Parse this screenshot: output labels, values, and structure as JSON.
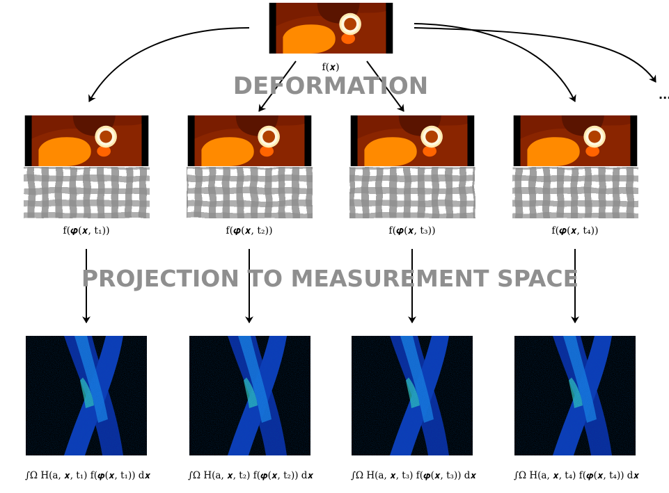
{
  "source": {
    "caption": "f(𝒙)",
    "ellipsis": "..."
  },
  "labels": {
    "deformation": "DEFORMATION",
    "projection": "PROJECTION TO MEASUREMENT SPACE"
  },
  "frames": [
    {
      "deformed_caption": "f(𝝋(𝒙, t₁))",
      "projection_caption": "∫Ω H(a, 𝒙, t₁) f(𝝋(𝒙, t₁)) d𝒙"
    },
    {
      "deformed_caption": "f(𝝋(𝒙, t₂))",
      "projection_caption": "∫Ω H(a, 𝒙, t₂) f(𝝋(𝒙, t₂)) d𝒙"
    },
    {
      "deformed_caption": "f(𝝋(𝒙, t₃))",
      "projection_caption": "∫Ω H(a, 𝒙, t₃) f(𝝋(𝒙, t₃)) d𝒙"
    },
    {
      "deformed_caption": "f(𝝋(𝒙, t₄))",
      "projection_caption": "∫Ω H(a, 𝒙, t₄) f(𝝋(𝒙, t₄)) d𝒙"
    }
  ],
  "colors": {
    "label_gray": "#8f8f8f",
    "arrow": "#000000",
    "background": "#ffffff"
  }
}
